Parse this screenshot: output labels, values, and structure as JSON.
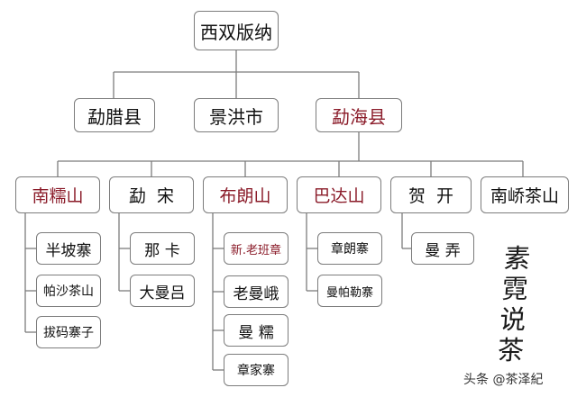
{
  "root": {
    "label": "西双版纳"
  },
  "counties": [
    {
      "label": "勐腊县",
      "highlight": false
    },
    {
      "label": "景洪市",
      "highlight": false
    },
    {
      "label": "勐海县",
      "highlight": true
    }
  ],
  "areas": [
    {
      "label": "南糯山",
      "highlight": true,
      "villages": [
        "半坡寨",
        "帕沙茶山",
        "拔码寨子"
      ]
    },
    {
      "label": "勐  宋",
      "highlight": false,
      "villages": [
        "那 卡",
        "大曼吕"
      ]
    },
    {
      "label": "布朗山",
      "highlight": true,
      "villages": [
        "新.老班章",
        "老曼峨",
        "曼 糯",
        "章家寨"
      ]
    },
    {
      "label": "巴达山",
      "highlight": true,
      "villages": [
        "章朗寨",
        "曼帕勒寨"
      ]
    },
    {
      "label": "贺  开",
      "highlight": false,
      "villages": [
        "曼 弄"
      ]
    },
    {
      "label": "南峤茶山",
      "highlight": false,
      "villages": []
    }
  ],
  "calligraphy": {
    "text": "素霓说茶",
    "chars": [
      "素",
      "霓",
      "说",
      "茶"
    ]
  },
  "watermark": {
    "text": "头条 @茶泽紀"
  },
  "colors": {
    "line": "#7c7c7c",
    "highlight_text": "#8b1c2a",
    "text": "#111111",
    "border": "#7c7c7c"
  }
}
